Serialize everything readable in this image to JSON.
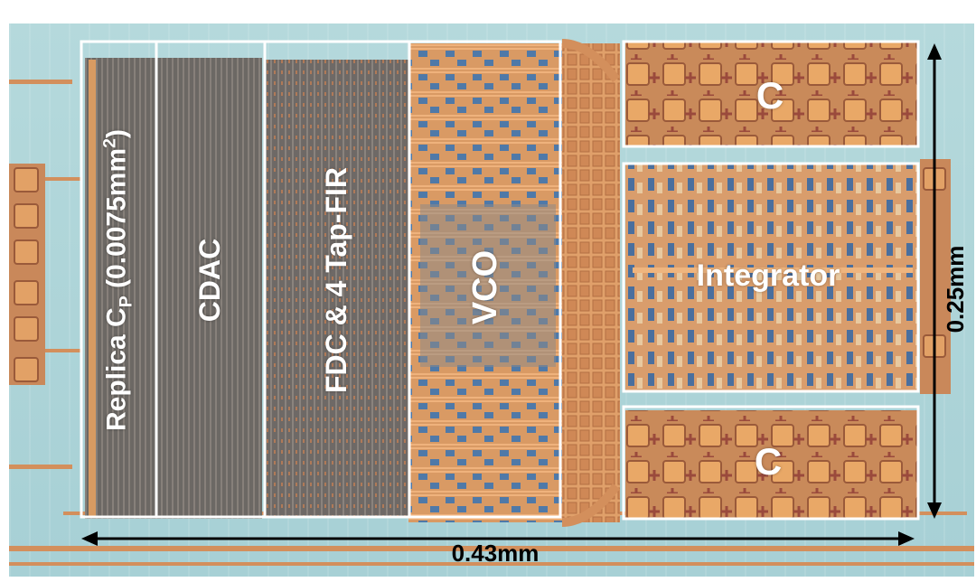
{
  "blocks": {
    "replica_prefix": "Replica C",
    "replica_sub": "P",
    "replica_area": " (0.0075mm",
    "replica_sup": "2",
    "replica_close": ")",
    "cdac": "CDAC",
    "fdc": "FDC & 4 Tap-FIR",
    "vco": "VCO",
    "cap_top": "C",
    "integrator": "Integrator",
    "cap_bottom": "C"
  },
  "dimensions": {
    "height": "0.25mm",
    "width": "0.43mm"
  },
  "colors": {
    "substrate": "#a9d2d6",
    "metal": "#d38f5c",
    "dark_array": "#6f6a66",
    "outline": "#ffffff",
    "arrow": "#000000"
  }
}
